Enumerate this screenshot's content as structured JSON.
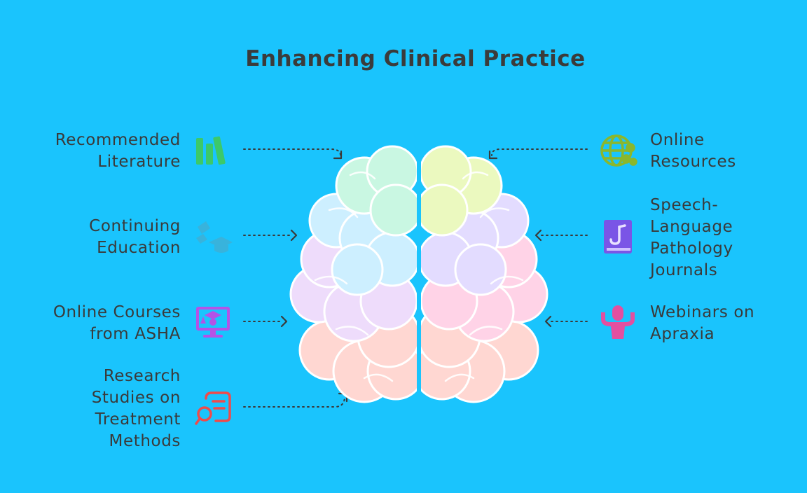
{
  "title": "Enhancing Clinical Practice",
  "items": [
    {
      "id": "recommended-literature",
      "text": "Recommended\nLiterature",
      "icon": "books-icon",
      "color": "#3cc96a"
    },
    {
      "id": "continuing-education",
      "text": "Continuing\nEducation",
      "icon": "graduation-cap-icon",
      "color": "#38b3dc"
    },
    {
      "id": "online-courses",
      "text": "Online Courses\nfrom ASHA",
      "icon": "online-course-monitor-icon",
      "color": "#b452e6"
    },
    {
      "id": "research-studies",
      "text": "Research\nStudies on\nTreatment\nMethods",
      "icon": "document-search-icon",
      "color": "#ef4b4b"
    },
    {
      "id": "online-resources",
      "text": "Online\nResources",
      "icon": "globe-share-icon",
      "color": "#8ab72d"
    },
    {
      "id": "slp-journals",
      "text": "Speech-\nLanguage\nPathology\nJournals",
      "icon": "journal-book-icon",
      "color": "#7a55e6"
    },
    {
      "id": "webinars",
      "text": "Webinars on\nApraxia",
      "icon": "webinar-speaker-icon",
      "color": "#e34fa0"
    }
  ],
  "brain_colors": {
    "top_left": "#c9f7e2",
    "upper_left": "#cdefff",
    "mid_left": "#eedcfb",
    "bottom_left": "#ffd7d2",
    "top_right": "#ebf9bf",
    "upper_right": "#e3dcff",
    "mid_right": "#ffd3e7",
    "bottom_right": "#ffd7d2"
  }
}
